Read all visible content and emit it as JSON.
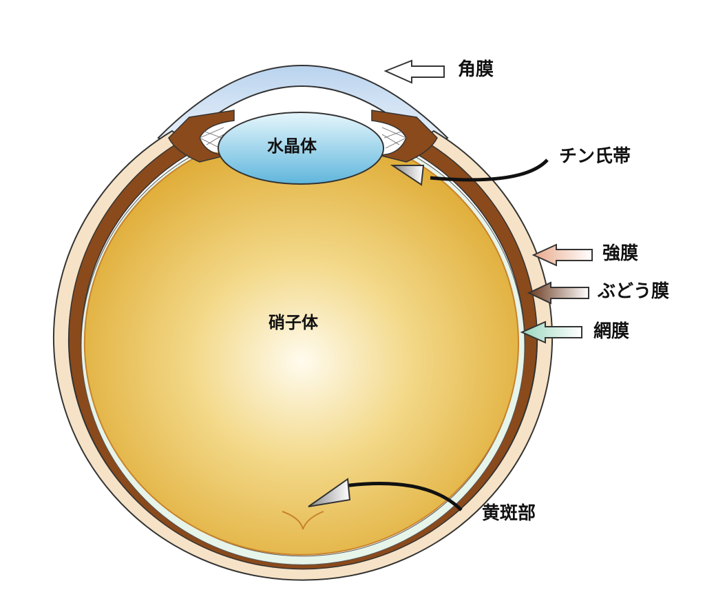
{
  "labels": {
    "cornea": "角膜",
    "lens": "水晶体",
    "zonule": "チン氏帯",
    "sclera": "強膜",
    "uvea": "ぶどう膜",
    "retina": "網膜",
    "vitreous": "硝子体",
    "macula": "黄斑部"
  },
  "colors": {
    "sclera": "#f6e2c6",
    "choroid": "#8a4a1c",
    "retina": "#e6f4ea",
    "vitreous": "#e6b84a",
    "lens": "#8fd0ea",
    "cornea": "#d8e8f6"
  }
}
